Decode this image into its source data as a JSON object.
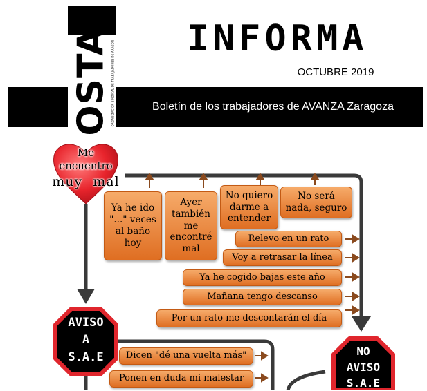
{
  "header": {
    "logo_text": "OSTA",
    "logo_subtitle": "ORGANIZACIÓN SINDICAL DE TRABAJADORES DE ARAGÓN",
    "title": "INFORMA",
    "date": "OCTUBRE 2019",
    "banner": "Boletín de los trabajadores de AVANZA Zaragoza"
  },
  "flowchart": {
    "start": {
      "line1": "Me",
      "line2": "encuentro",
      "line3": "muy mal"
    },
    "top_excuses": [
      "Ya he ido \"...\" veces al baño hoy",
      "Ayer también me encontré mal",
      "No quiero darme a entender",
      "No será nada, seguro"
    ],
    "right_excuses": [
      "Relevo en un rato",
      "Voy a retrasar la línea",
      "Ya he cogido bajas este año",
      "Mañana tengo descanso",
      "Por un rato me descontarán el día"
    ],
    "aviso": {
      "line1": "AVISO",
      "line2": "A",
      "line3": "S.A.E"
    },
    "no_aviso": {
      "line1": "NO",
      "line2": "AVISO",
      "line3": "S.A.E"
    },
    "aviso_responses": [
      "Dicen \"dé una vuelta más\"",
      "Ponen en duda mi malestar"
    ],
    "colors": {
      "heart": "#e8242c",
      "octagon_border": "#e0262d",
      "octagon_fill": "#000000",
      "pill_orange": "#e77a2c",
      "arrow": "#8a4a1e",
      "connector": "#3a3a3a"
    }
  }
}
